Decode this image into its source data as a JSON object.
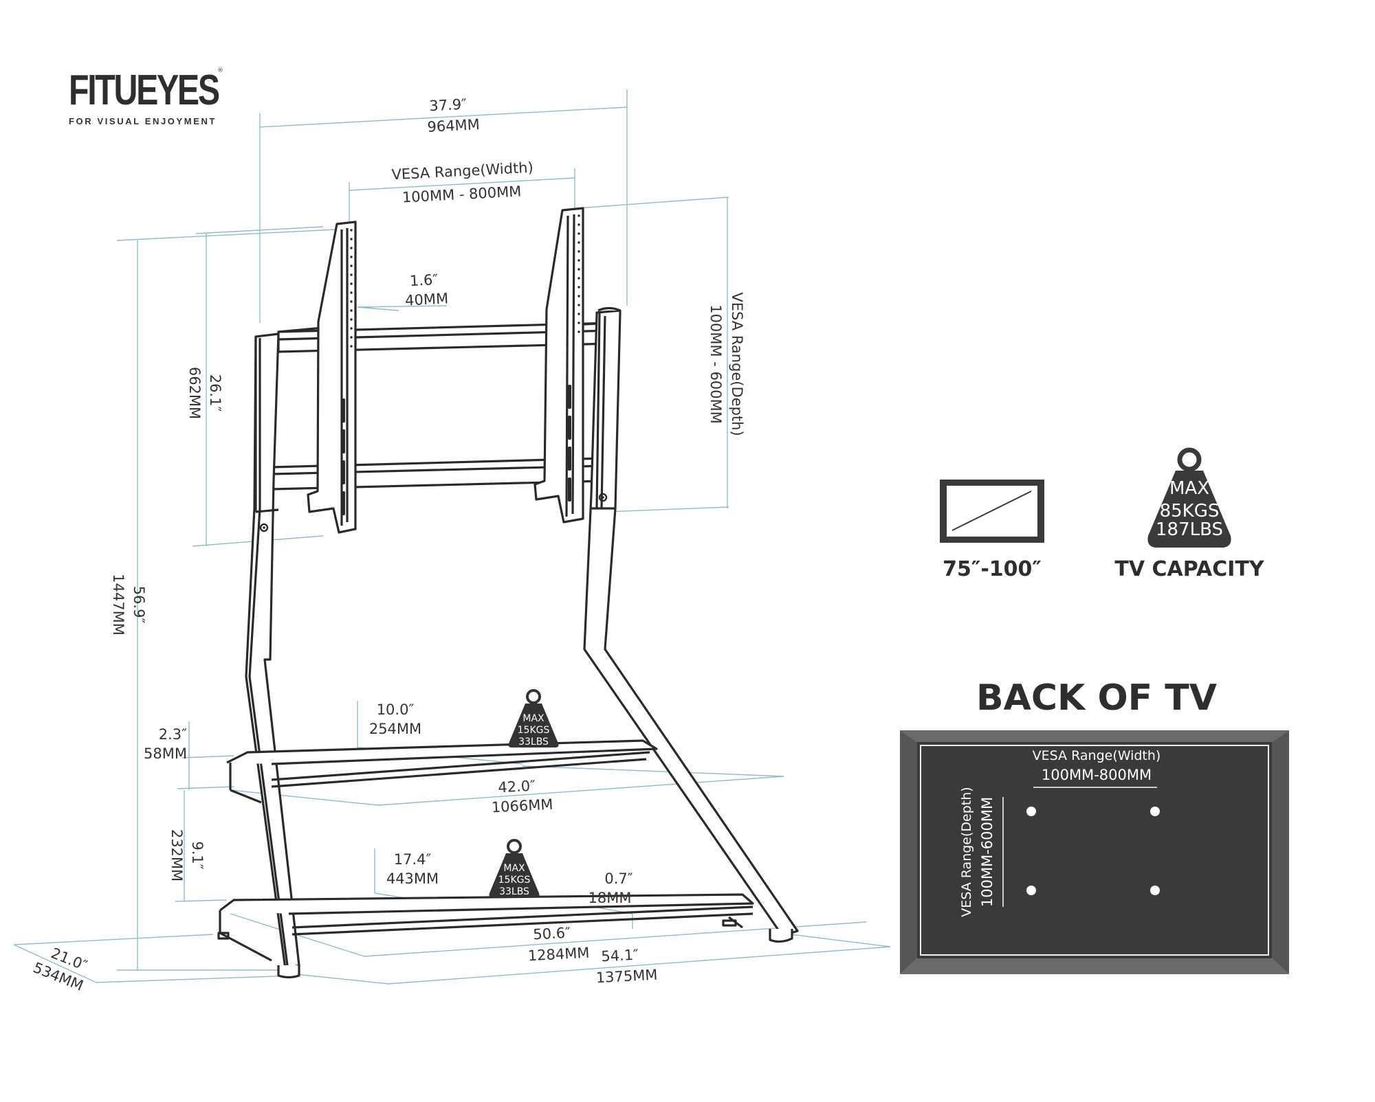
{
  "brand": {
    "name": "FITUEYES",
    "registered": "®",
    "tagline": "FOR VISUAL ENJOYMENT"
  },
  "dimensions": {
    "overall_width": {
      "in": "37.9″",
      "mm": "964MM"
    },
    "vesa_width_top": {
      "label": "VESA Range(Width)",
      "value": "100MM - 800MM"
    },
    "bracket_gap": {
      "in": "1.6″",
      "mm": "40MM"
    },
    "vesa_depth_right": {
      "label": "VESA Range(Depth)",
      "value": "100MM - 600MM"
    },
    "mount_height": {
      "in": "26.1″",
      "mm": "662MM"
    },
    "total_height": {
      "in": "56.9″",
      "mm": "1447MM"
    },
    "shelf_thickness": {
      "in": "2.3″",
      "mm": "58MM"
    },
    "shelf_depth": {
      "in": "10.0″",
      "mm": "254MM"
    },
    "shelf_width": {
      "in": "42.0″",
      "mm": "1066MM"
    },
    "shelf_spacing": {
      "in": "9.1″",
      "mm": "232MM"
    },
    "lower_shelf_depth": {
      "in": "17.4″",
      "mm": "443MM"
    },
    "lower_shelf_thickness": {
      "in": "0.7″",
      "mm": "18MM"
    },
    "lower_shelf_width": {
      "in": "50.6″",
      "mm": "1284MM"
    },
    "base_width": {
      "in": "54.1″",
      "mm": "1375MM"
    },
    "base_depth": {
      "in": "21.0″",
      "mm": "534MM"
    }
  },
  "shelf_capacity": {
    "line1": "MAX",
    "line2": "15KGS",
    "line3": "33LBS"
  },
  "tv_size": {
    "label": "75″-100″",
    "icon": "tv-screen-icon"
  },
  "tv_capacity": {
    "line1": "MAX",
    "line2": "85KGS",
    "line3": "187LBS",
    "label": "TV CAPACITY",
    "icon": "weight-icon"
  },
  "back_of_tv": {
    "title": "BACK OF TV",
    "width_label": "VESA Range(Width)",
    "width_value": "100MM-800MM",
    "depth_label": "VESA Range(Depth)",
    "depth_value": "100MM-600MM"
  },
  "colors": {
    "ink": "#333333",
    "dim_line": "#8fbccb",
    "panel_dark": "#3a3a3a",
    "panel_border": "#5e5e5e"
  }
}
